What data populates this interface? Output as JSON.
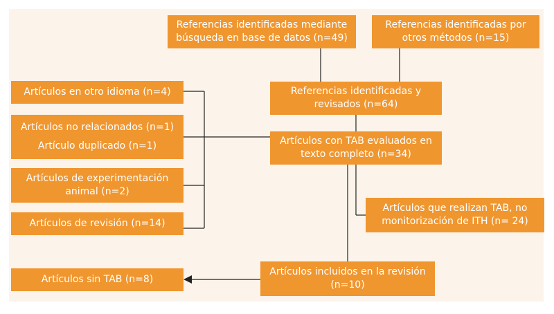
{
  "colors": {
    "panel_bg": "#fcf4ea",
    "box_fill": "#f0962f",
    "box_text": "#ffffff",
    "connector": "#222222"
  },
  "boxes": {
    "db_search": "Referencias identificadas mediante búsqueda en base de datos (n=49)",
    "other_methods": "Referencias identificadas por otros métodos (n=15)",
    "identified_reviewed": "Referencias identificadas y revisados (n=64)",
    "full_text": "Artículos con TAB evaluados en texto completo (n=34)",
    "tab_no_ith": "Artículos que realizan TAB, no monitorización de ITH (n= 24)",
    "included": "Artículos incluidos en la revisión (n=10)",
    "other_language": "Artículos en otro idioma (n=4)",
    "unrelated": "Artículos no relacionados (n=1)",
    "duplicate": "Artículo duplicado (n=1)",
    "animal": "Artículos de experimentación animal (n=2)",
    "review": "Artículos de revisión (n=14)",
    "no_tab": "Artículos sin TAB (n=8)"
  },
  "icons": {
    "arrow": "arrowhead-left"
  }
}
